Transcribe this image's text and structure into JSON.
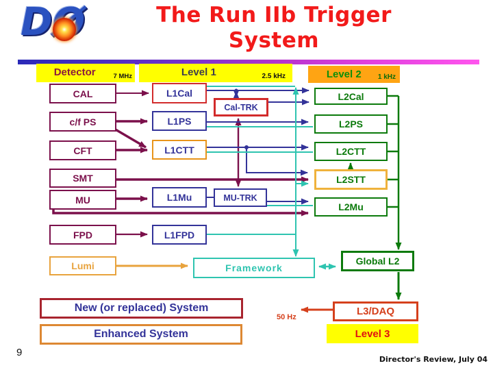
{
  "slide": {
    "title_line1": "The Run IIb Trigger",
    "title_line2": "System",
    "page_number": "9",
    "footer": "Director's Review, July 04"
  },
  "logo": {
    "text": "DØ"
  },
  "headers": {
    "detector": {
      "label": "Detector",
      "rate": "7 MHz"
    },
    "level1": {
      "label": "Level 1",
      "rate": "2.5 kHz"
    },
    "level2": {
      "label": "Level 2",
      "rate": "1 kHz"
    }
  },
  "nodes": {
    "cal": "CAL",
    "cfps": "c/f PS",
    "cft": "CFT",
    "smt": "SMT",
    "mu": "MU",
    "fpd": "FPD",
    "lumi": "Lumi",
    "l1cal": "L1Cal",
    "l1ps": "L1PS",
    "l1ctt": "L1CTT",
    "l1mu": "L1Mu",
    "l1fpd": "L1FPD",
    "caltrk": "Cal-TRK",
    "mutrk": "MU-TRK",
    "l2cal": "L2Cal",
    "l2ps": "L2PS",
    "l2ctt": "L2CTT",
    "l2stt": "L2STT",
    "l2mu": "L2Mu",
    "global_l2": "Global L2",
    "framework": "Framework",
    "l3daq": "L3/DAQ",
    "level3": "Level 3",
    "rate_50hz": "50 Hz"
  },
  "legend": {
    "new_system": "New (or replaced) System",
    "enhanced_system": "Enhanced System"
  },
  "colors": {
    "maroon": "#7B104B",
    "navy": "#333399",
    "teal": "#2EC4B0",
    "green": "#0B7A0B",
    "orange_border": "#E8941A",
    "light_orange": "#E8A33D",
    "red": "#D5401C",
    "yellow": "#FFFF00",
    "header_orange": "#FFA413",
    "title_red": "#F21A1A"
  }
}
